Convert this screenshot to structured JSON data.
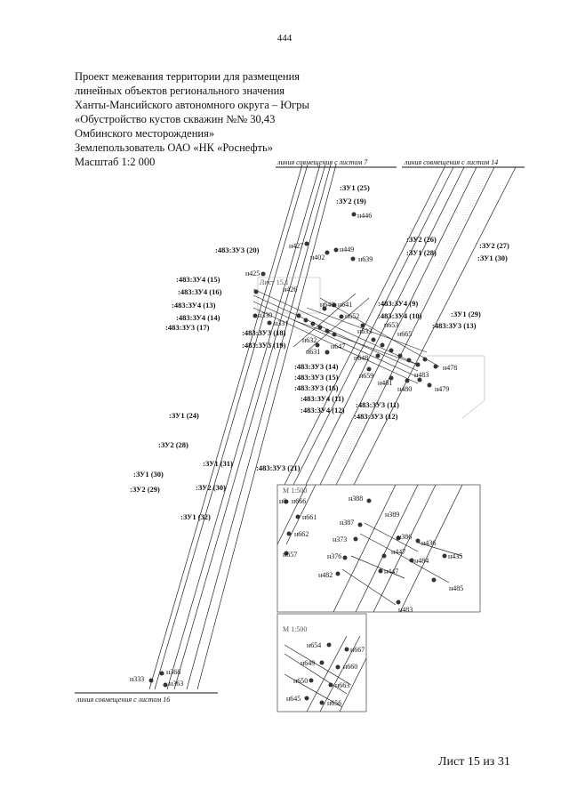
{
  "page_number": "444",
  "title_lines": [
    "Проект межевания территории для размещения",
    "линейных объектов регионального значения",
    "Ханты-Мансийского автономного округа – Югры",
    "«Обустройство кустов скважин №№ 30,43",
    "Омбинского месторождения»",
    "Землепользователь ОАО «НК «Роснефть»",
    "Масштаб 1:2 000"
  ],
  "match_lines": {
    "sheet7": "линия совмещения с листом 7",
    "sheet14": "линия совмещения с листом 14",
    "sheet16": "линия совмещения с листом 16"
  },
  "inset_labels": {
    "sheet_ref": "Лист 15.1",
    "scale_a": "М 1:500",
    "scale_b": "М 1:500"
  },
  "parcel_labels": [
    {
      "id": "zu1-25",
      "text": ":ЗУ1 (25)"
    },
    {
      "id": "zu2-19",
      "text": ":ЗУ2 (19)"
    },
    {
      "id": "483-zu3-20",
      "text": ":483:ЗУ3 (20)"
    },
    {
      "id": "483-zu4-15",
      "text": ":483:ЗУ4 (15)"
    },
    {
      "id": "483-zu4-16",
      "text": ":483:ЗУ4 (16)"
    },
    {
      "id": "483-zu4-13",
      "text": ":483:ЗУ4 (13)"
    },
    {
      "id": "483-zu4-14",
      "text": ":483:ЗУ4 (14)"
    },
    {
      "id": "483-zu3-17",
      "text": ":483:ЗУ3 (17)"
    },
    {
      "id": "483-zu3-18",
      "text": ":483:ЗУ3 (18)"
    },
    {
      "id": "483-zu3-19",
      "text": ":483:ЗУ3 (19)"
    },
    {
      "id": "zu2-26",
      "text": ":ЗУ2 (26)"
    },
    {
      "id": "zu2-27",
      "text": ":ЗУ2 (27)"
    },
    {
      "id": "zu1-28",
      "text": ":ЗУ1 (28)"
    },
    {
      "id": "zu1-30a",
      "text": ":ЗУ1 (30)"
    },
    {
      "id": "483-zu4-9",
      "text": ":483:ЗУ4 (9)"
    },
    {
      "id": "483-zu4-10",
      "text": ":483:ЗУ4 (10)"
    },
    {
      "id": "zu1-29",
      "text": ":ЗУ1 (29)"
    },
    {
      "id": "483-zu3-13",
      "text": ":483:ЗУ3 (13)"
    },
    {
      "id": "483-zu3-14",
      "text": ":483:ЗУ3 (14)"
    },
    {
      "id": "483-zu3-15",
      "text": ":483:ЗУ3 (15)"
    },
    {
      "id": "483-zu3-16",
      "text": ":483:ЗУ3 (16)"
    },
    {
      "id": "483-zu4-11",
      "text": ":483:ЗУ4 (11)"
    },
    {
      "id": "483-zu4-12",
      "text": ":483:ЗУ4 (12)"
    },
    {
      "id": "483-zu3-11",
      "text": ":483:ЗУ3 (11)"
    },
    {
      "id": "483-zu3-12",
      "text": ":483:ЗУ3 (12)"
    },
    {
      "id": "zu1-24",
      "text": ":ЗУ1 (24)"
    },
    {
      "id": "zu2-28",
      "text": ":ЗУ2 (28)"
    },
    {
      "id": "zu1-31",
      "text": ":ЗУ1 (31)"
    },
    {
      "id": "zu1-30b",
      "text": ":ЗУ1 (30)"
    },
    {
      "id": "483-zu3-21",
      "text": ":483:ЗУ3 (21)"
    },
    {
      "id": "zu2-29",
      "text": ":ЗУ2 (29)"
    },
    {
      "id": "zu2-30",
      "text": ":ЗУ2 (30)"
    },
    {
      "id": "zu1-32",
      "text": ":ЗУ1 (32)"
    }
  ],
  "points": [
    "н446",
    "н427",
    "н402",
    "н449",
    "н639",
    "н425",
    "н426",
    "н641",
    "н640",
    "н652",
    "н330",
    "н331",
    "н632",
    "н631",
    "н647",
    "н653",
    "н633",
    "н665",
    "н648",
    "н481",
    "н483",
    "н659",
    "н480",
    "н479",
    "н478",
    "н666",
    "н661",
    "н662",
    "н657",
    "н388",
    "н389",
    "н387",
    "н386",
    "н373",
    "н436",
    "н447",
    "н376",
    "н484",
    "н435",
    "н482",
    "н447",
    "н485",
    "н483",
    "н654",
    "н667",
    "н649",
    "н660",
    "н650",
    "н663",
    "н645",
    "н656",
    "н333",
    "н368",
    "н363"
  ],
  "inset_partial_label": "н0",
  "footer": "Лист 15 из 31"
}
